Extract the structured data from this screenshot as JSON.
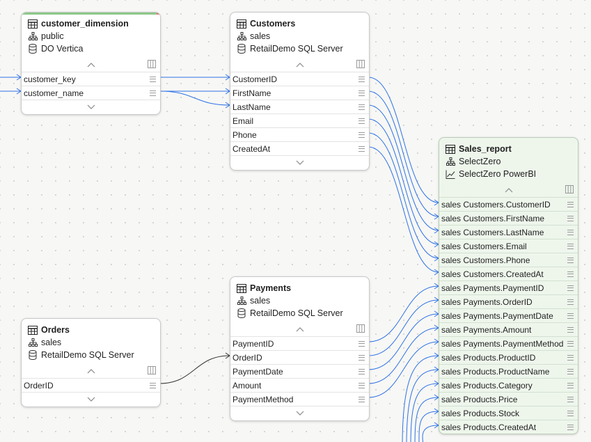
{
  "nodes": {
    "customer_dimension": {
      "title": "customer_dimension",
      "schema": "public",
      "source": "DO Vertica",
      "columns": [
        "customer_key",
        "customer_name"
      ]
    },
    "customers": {
      "title": "Customers",
      "schema": "sales",
      "source": "RetailDemo SQL Server",
      "columns": [
        "CustomerID",
        "FirstName",
        "LastName",
        "Email",
        "Phone",
        "CreatedAt"
      ]
    },
    "payments": {
      "title": "Payments",
      "schema": "sales",
      "source": "RetailDemo SQL Server",
      "columns": [
        "PaymentID",
        "OrderID",
        "PaymentDate",
        "Amount",
        "PaymentMethod"
      ]
    },
    "orders": {
      "title": "Orders",
      "schema": "sales",
      "source": "RetailDemo SQL Server",
      "columns": [
        "OrderID"
      ]
    },
    "sales_report": {
      "title": "Sales_report",
      "schema": "SelectZero",
      "source": "SelectZero PowerBI",
      "columns": [
        "sales Customers.CustomerID",
        "sales Customers.FirstName",
        "sales Customers.LastName",
        "sales Customers.Email",
        "sales Customers.Phone",
        "sales Customers.CreatedAt",
        "sales Payments.PaymentID",
        "sales Payments.OrderID",
        "sales Payments.PaymentDate",
        "sales Payments.Amount",
        "sales Payments.PaymentMethod",
        "sales Products.ProductID",
        "sales Products.ProductName",
        "sales Products.Category",
        "sales Products.Price",
        "sales Products.Stock",
        "sales Products.CreatedAt"
      ]
    }
  },
  "colors": {
    "lineage_edge": "#2f73e6",
    "join_edge": "#333333",
    "report_bg": "#eef6ec",
    "status_ok": "#8cc98a",
    "status_err": "#e57373"
  },
  "icons": {
    "table": "table-icon",
    "schema": "schema-icon",
    "database": "database-icon",
    "report": "chart-icon"
  }
}
